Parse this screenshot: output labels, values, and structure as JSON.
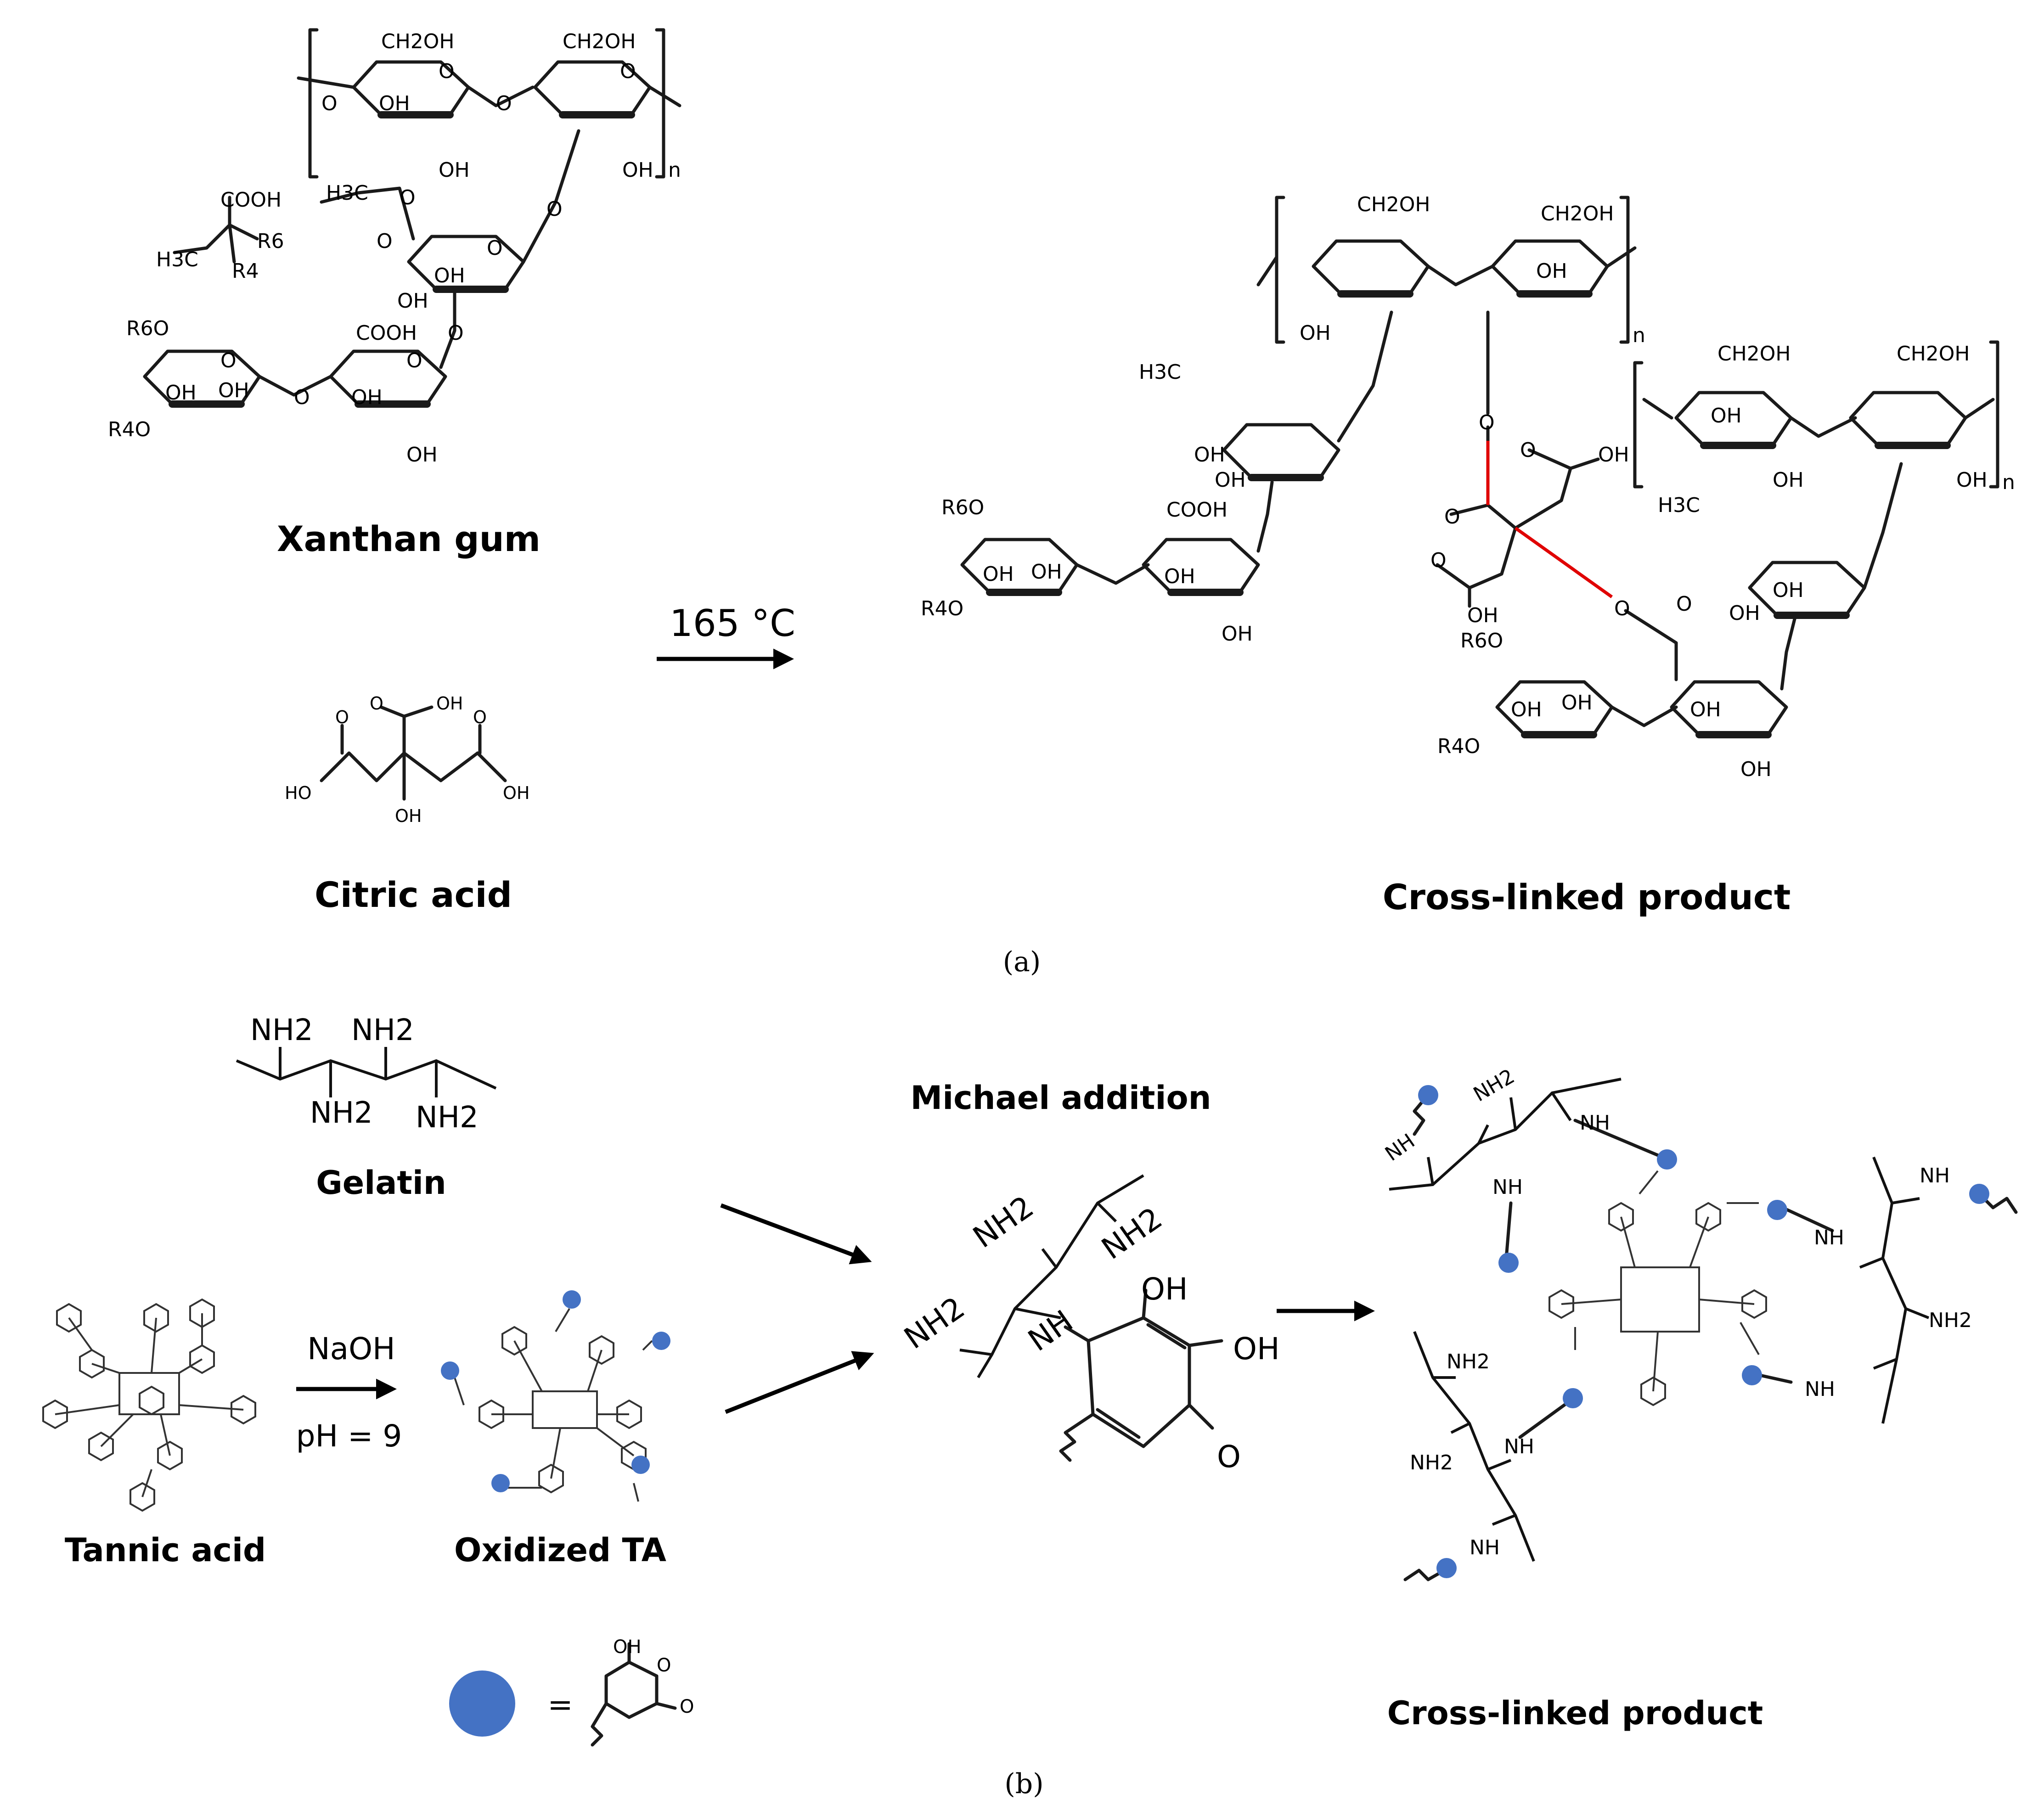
{
  "panel_a": {
    "xanthan_label": "Xanthan gum",
    "citric_label": "Citric acid",
    "condition": "165 °C",
    "product_label": "Cross-linked product",
    "caption": "(a)",
    "atoms": {
      "ch2oh": "CH2OH",
      "oh": "OH",
      "o": "O",
      "cooh": "COOH",
      "h3c": "H3C",
      "r6o": "R6O",
      "r4o": "R4O",
      "r6": "R6",
      "r4": "R4",
      "n": "n",
      "ho": "HO"
    }
  },
  "panel_b": {
    "gelatin_label": "Gelatin",
    "tannic_label": "Tannic acid",
    "oxidized_label": "Oxidized TA",
    "reagent": "NaOH",
    "ph": "pH = 9",
    "reaction_label": "Michael addition",
    "product_label": "Cross-linked product",
    "caption": "(b)",
    "legend_equals": "=",
    "atoms": {
      "nh2": "NH2",
      "nh": "NH",
      "oh": "OH",
      "o": "O"
    }
  },
  "colors": {
    "crosslink_marker": "#4472c4",
    "new_bond": "#e00000"
  }
}
